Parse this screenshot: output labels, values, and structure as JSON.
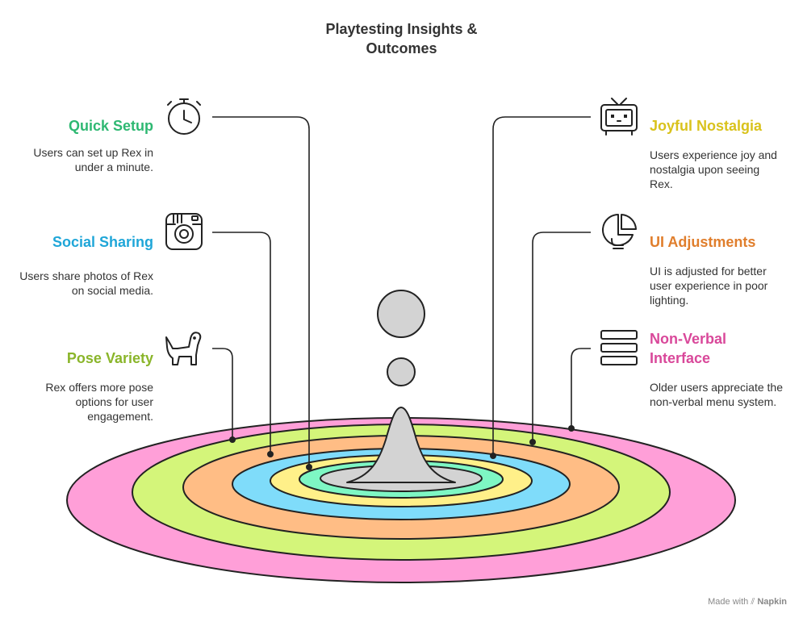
{
  "title": {
    "line1": "Playtesting Insights &",
    "line2": "Outcomes"
  },
  "items": [
    {
      "heading": "Quick Setup",
      "description": "Users can set up Rex in under a minute.",
      "color": "#2eb872",
      "icon": "stopwatch-icon"
    },
    {
      "heading": "Social Sharing",
      "description": "Users share photos of Rex on social media.",
      "color": "#1fa6d8",
      "icon": "camera-icon"
    },
    {
      "heading": "Pose Variety",
      "description": "Rex offers more pose options for user engagement.",
      "color": "#8ab52a",
      "icon": "dog-icon"
    },
    {
      "heading": "Joyful Nostalgia",
      "description": "Users experience joy and nostalgia upon seeing Rex.",
      "color": "#d9c21c",
      "icon": "retro-tv-icon"
    },
    {
      "heading": "UI Adjustments",
      "description": "UI is adjusted for better user experience in poor lighting.",
      "color": "#e07e2c",
      "icon": "bulb-chart-icon"
    },
    {
      "heading": "Non-Verbal Interface",
      "description": "Older users appreciate the non-verbal menu system.",
      "color": "#d9489a",
      "icon": "menu-lines-icon"
    }
  ],
  "rings": [
    "#ff9fd8",
    "#d4f57a",
    "#ffbd85",
    "#7fdcfa",
    "#fff089",
    "#7ef7c4",
    "#d3d3d3"
  ],
  "credit": {
    "prefix": "Made with",
    "brand": "Napkin"
  }
}
